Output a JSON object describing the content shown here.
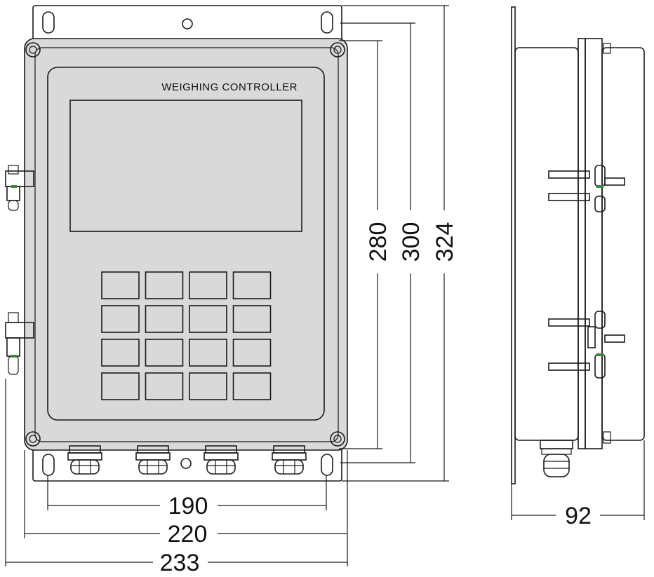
{
  "front_view": {
    "panel_label": "WEIGHING CONTROLLER",
    "keypad": {
      "rows": 4,
      "cols": 4
    }
  },
  "dimensions": {
    "height_inner": "280",
    "height_middle": "300",
    "height_outer": "324",
    "width_mount_holes": "190",
    "width_body": "220",
    "width_overall": "233",
    "depth": "92"
  }
}
